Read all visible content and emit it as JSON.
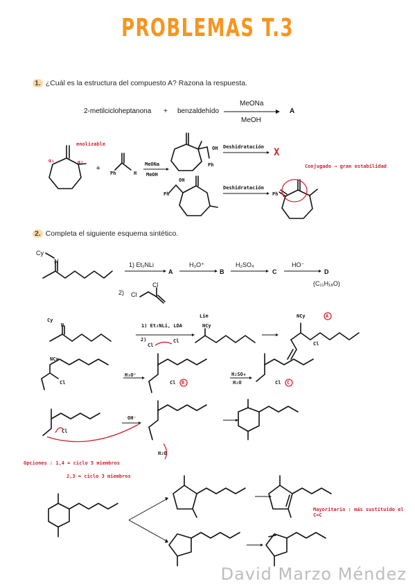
{
  "title": "PROBLEMAS T.3",
  "q1": {
    "number": "1.",
    "text": "¿Cuál es la estructura del compuesto A? Razona la respuesta.",
    "reactant1": "2-metilcicloheptanona",
    "plus": "+",
    "reactant2": "benzaldehído",
    "reagent_top": "MeONa",
    "reagent_bottom": "MeOH",
    "product": "A",
    "note_enolizable": "enolizable",
    "alpha1": "α₁",
    "alpha2": "α₂",
    "arrow_top": "MeONa",
    "arrow_bottom": "MeOH",
    "ph": "Ph",
    "h": "H",
    "oh": "OH",
    "dehydration": "Deshidratación",
    "cross": "X",
    "conjugated_note": "Conjugado → gran estabilidad"
  },
  "q2": {
    "number": "2.",
    "text": "Completa el siguiente esquema sintético.",
    "cy": "Cy",
    "n": "N",
    "step1_label": "1) Et₂NLi",
    "step2_label": "2)",
    "cl": "Cl",
    "A": "A",
    "h3o": "H₃O⁺",
    "B": "B",
    "h2so4": "H₂SO₄",
    "C": "C",
    "ho": "HO⁻",
    "D": "D",
    "formula": "(C₁₁H₁₈O)",
    "hand_step1": "1) Et₂NLi, LDA",
    "hand_step2": "2)",
    "li": "Li⊕",
    "ncy": "NCy",
    "h2o": "H₂O",
    "oh_minus": "OH⁻",
    "options_line1": "Opciones : 1,4 = ciclo 5 miembros",
    "options_line2": "2,3 = ciclo 3 miembros",
    "majority_note": "Mayoritario : más sustituido el C=C",
    "label_A": "A",
    "label_B": "B",
    "label_C": "C"
  },
  "footer": "David Marzo Méndez"
}
